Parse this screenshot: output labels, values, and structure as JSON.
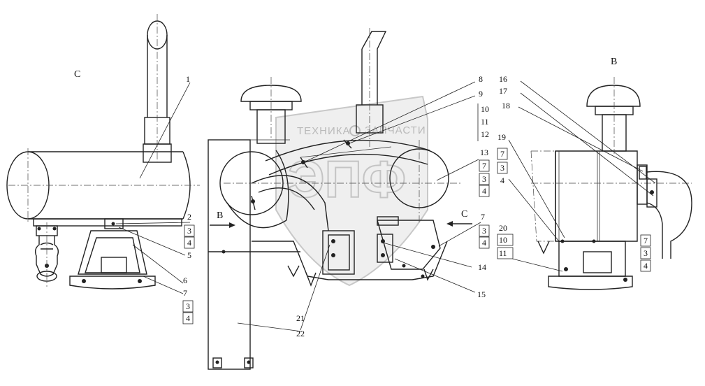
{
  "views": {
    "c": "C",
    "b": "B"
  },
  "arrows": {
    "b": "B",
    "c": "C"
  },
  "watermark": {
    "left": "ТЕХНИКА",
    "right": "ЗАПЧАСТИ",
    "big": "ЭПФ"
  },
  "callouts": {
    "n1": "1",
    "n2": "2",
    "n3a": "3",
    "n4a": "4",
    "n5": "5",
    "n6": "6",
    "n7a": "7",
    "n3b": "3",
    "n4b": "4",
    "n8": "8",
    "n9": "9",
    "n10a": "10",
    "n11a": "11",
    "n12": "12",
    "n13": "13",
    "n7b": "7",
    "n3c": "3",
    "n4c": "4",
    "n7c": "7",
    "n3d": "3",
    "n4d": "4",
    "n14": "14",
    "n15": "15",
    "n21": "21",
    "n22": "22",
    "n16": "16",
    "n17": "17",
    "n18": "18",
    "n19": "19",
    "n7d": "7",
    "n3e": "3",
    "n4e": "4",
    "n20": "20",
    "n10b": "10",
    "n11b": "11",
    "n7e": "7",
    "n3f": "3",
    "n4f": "4"
  }
}
